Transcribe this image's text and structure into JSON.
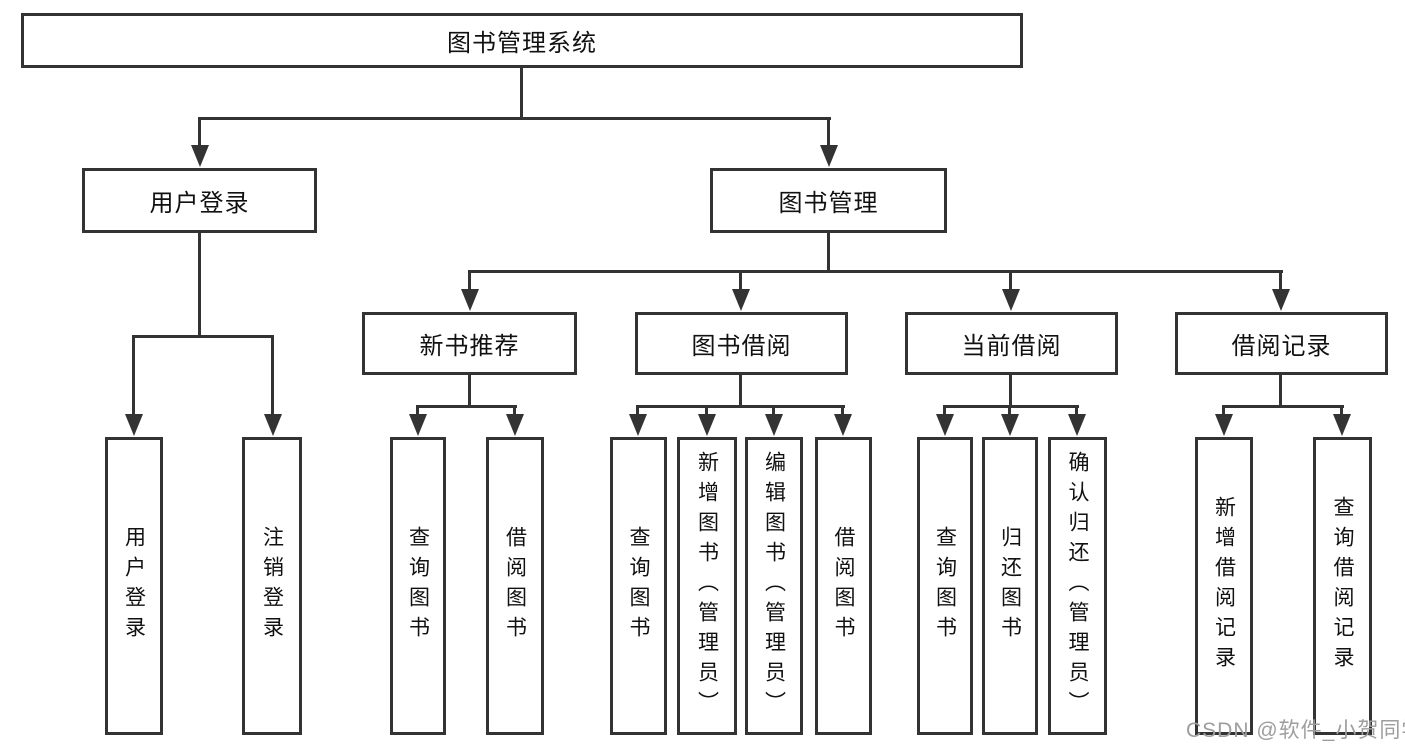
{
  "diagram": {
    "root": "图书管理系统",
    "branches": [
      {
        "label": "用户登录",
        "leaves": [
          "用户登录",
          "注销登录"
        ]
      },
      {
        "label": "图书管理",
        "groups": [
          {
            "label": "新书推荐",
            "leaves": [
              "查询图书",
              "借阅图书"
            ]
          },
          {
            "label": "图书借阅",
            "leaves": [
              "查询图书",
              "新增图书（管理员）",
              "编辑图书（管理员）",
              "借阅图书"
            ]
          },
          {
            "label": "当前借阅",
            "leaves": [
              "查询图书",
              "归还图书",
              "确认归还（管理员）"
            ]
          },
          {
            "label": "借阅记录",
            "leaves": [
              "新增借阅记录",
              "查询借阅记录"
            ]
          }
        ]
      }
    ]
  },
  "watermark": {
    "text": "CSDN @软件_小贺同学"
  },
  "colors": {
    "line": "#333333",
    "text": "#111111",
    "background": "#ffffff",
    "watermark": "#9e9e9e"
  }
}
